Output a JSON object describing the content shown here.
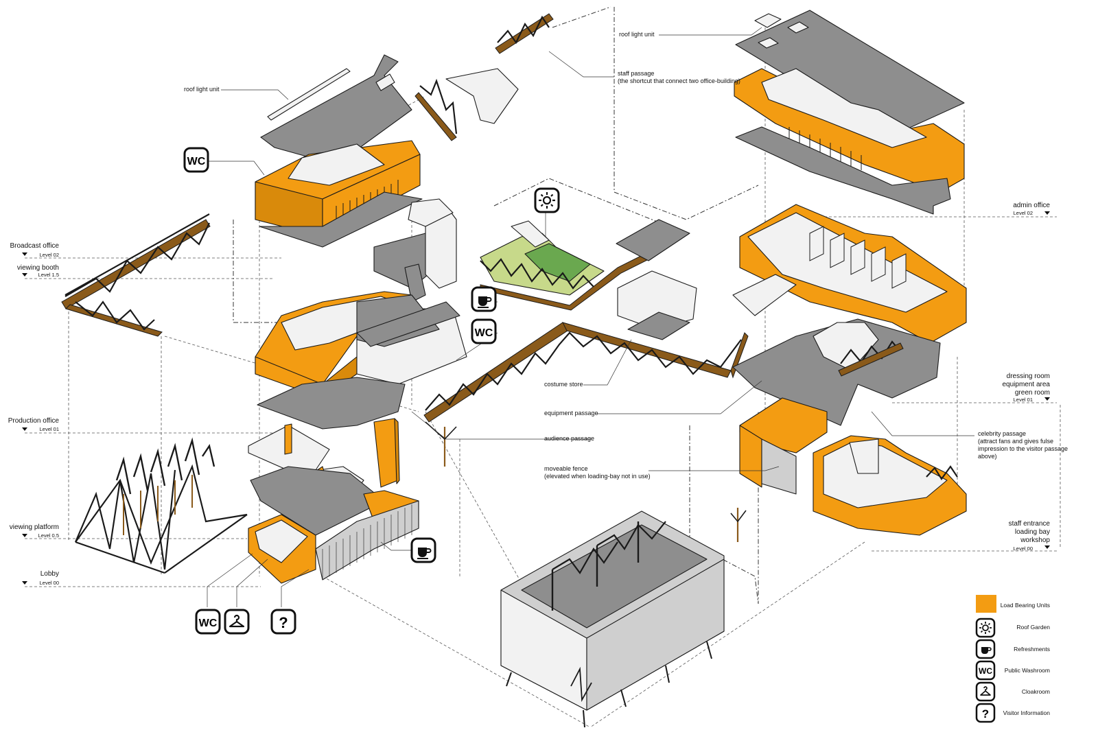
{
  "levels_left": [
    {
      "name": "Broadcast office",
      "level": "Level 02"
    },
    {
      "name": "viewing booth",
      "level": "Level 1.5"
    },
    {
      "name": "Production office",
      "level": "Level 01"
    },
    {
      "name": "viewing platform",
      "level": "Level 0.5"
    },
    {
      "name": "Lobby",
      "level": "Level 00"
    }
  ],
  "levels_right": [
    {
      "name": "admin office",
      "level": "Level 02"
    },
    {
      "name": "dressing room\nequipment area\ngreen room",
      "level": "Level 01"
    },
    {
      "name": "staff entrance\nloading bay\nworkshop",
      "level": "Level 00"
    }
  ],
  "annotations": {
    "roof_light_left": "roof light unit",
    "roof_light_right": "roof light unit",
    "staff_passage": "staff passage\n(the shortcut that connect two office-building)",
    "costume_store": "costume store",
    "equipment_passage": "equipment passage",
    "audience_passage": "audience passage",
    "moveable_fence": "moveable fence\n(elevated when loading-bay not in use)",
    "celebrity_passage": "celebrity passage\n(attract fans and gives fulse\nimpression to the visitor passage\nabove)"
  },
  "icons": {
    "wc": "WC",
    "refreshments": "coffee-cup-icon",
    "roof_garden": "sun-icon",
    "cloakroom": "hanger-icon",
    "info": "?"
  },
  "legend": [
    {
      "label": "Load Bearing Units",
      "icon": "orange-swatch"
    },
    {
      "label": "Roof Garden",
      "icon": "sun-icon"
    },
    {
      "label": "Refreshments",
      "icon": "coffee-cup-icon"
    },
    {
      "label": "Public Washroom",
      "icon": "wc-icon"
    },
    {
      "label": "Cloakroom",
      "icon": "hanger-icon"
    },
    {
      "label": "Visitor Information",
      "icon": "question-icon"
    }
  ],
  "colors": {
    "load_bearing": "#f39c12",
    "floor_slab": "#8e8e8e",
    "roof_garden": "#6aa84f",
    "wall": "#f2f2f2"
  }
}
